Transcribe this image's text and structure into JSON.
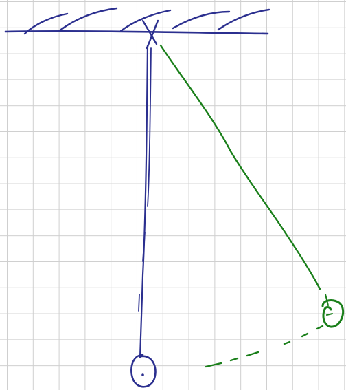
{
  "sketch": {
    "background": "grid-paper",
    "colors": {
      "grid": "#cfcfcf",
      "blue_ink": "#2b2f8f",
      "green_ink": "#1a7f1a"
    },
    "elements": [
      "ceiling-line",
      "ceiling-hatching",
      "pendulum-string-vertical",
      "pendulum-bob-rest",
      "pendulum-string-displaced",
      "pendulum-bob-displaced",
      "arc-path-dashed"
    ]
  }
}
